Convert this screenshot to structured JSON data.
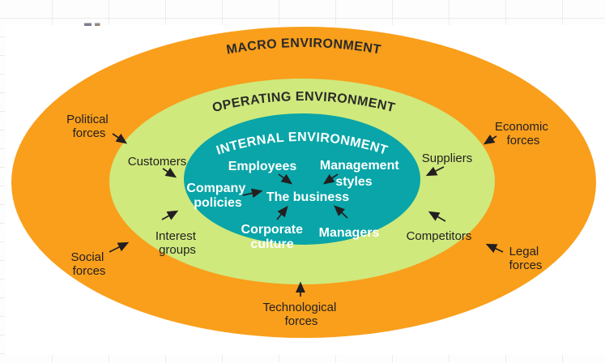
{
  "diagram": {
    "rings": {
      "macro": {
        "title": "MACRO ENVIRONMENT",
        "color": "#F99F1B",
        "title_color": "#2B2A28"
      },
      "operating": {
        "title": "OPERATING ENVIRONMENT",
        "color": "#CFE97D",
        "title_color": "#2B2A28"
      },
      "internal": {
        "title": "INTERNAL ENVIRONMENT",
        "color": "#09A5A8",
        "title_color": "#FFFFFF"
      }
    },
    "center": {
      "label": "The business"
    },
    "internal_factors": {
      "employees": {
        "label": "Employees"
      },
      "management_styles": {
        "lines": [
          "Management",
          "styles"
        ]
      },
      "company_policies": {
        "lines": [
          "Company",
          "policies"
        ]
      },
      "corporate_culture": {
        "lines": [
          "Corporate",
          "culture"
        ]
      },
      "managers": {
        "label": "Managers"
      }
    },
    "operating_factors": {
      "customers": {
        "label": "Customers"
      },
      "suppliers": {
        "label": "Suppliers"
      },
      "interest_groups": {
        "lines": [
          "Interest",
          "groups"
        ]
      },
      "competitors": {
        "label": "Competitors"
      }
    },
    "macro_factors": {
      "political_forces": {
        "lines": [
          "Political",
          "forces"
        ]
      },
      "economic_forces": {
        "lines": [
          "Economic",
          "forces"
        ]
      },
      "social_forces": {
        "lines": [
          "Social",
          "forces"
        ]
      },
      "legal_forces": {
        "lines": [
          "Legal",
          "forces"
        ]
      },
      "technological_forces": {
        "lines": [
          "Technological",
          "forces"
        ]
      }
    },
    "label_color": "#231F20"
  }
}
